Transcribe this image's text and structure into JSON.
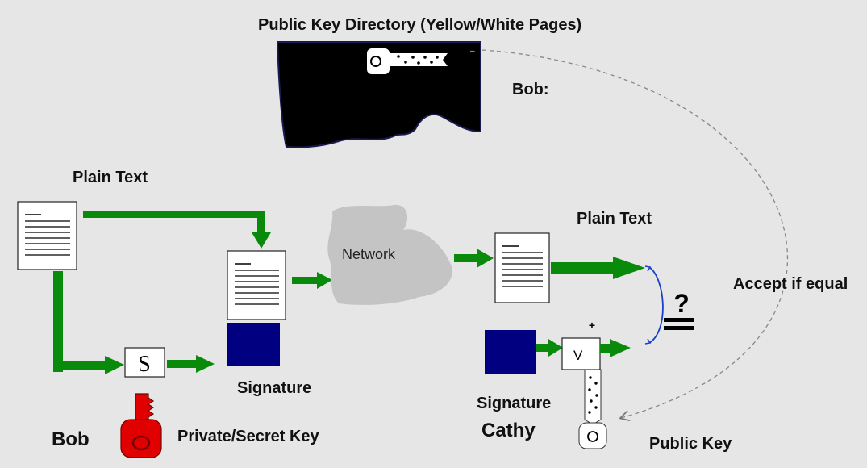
{
  "title": "Public Key Directory (Yellow/White Pages)",
  "directory": {
    "entry_name": "Bob:",
    "key_icon": "public-key-icon"
  },
  "sender": {
    "name": "Bob",
    "plain_text_label": "Plain Text",
    "sign_box_letter": "S",
    "signature_label": "Signature",
    "private_key_label": "Private/Secret Key",
    "private_key_color": "#e00000"
  },
  "network": {
    "label": "Network"
  },
  "receiver": {
    "name": "Cathy",
    "plain_text_label": "Plain Text",
    "verify_box_letter": "V",
    "plus_sign": "+",
    "signature_label": "Signature",
    "public_key_label": "Public Key",
    "compare_symbol": "?",
    "accept_label": "Accept if equal"
  },
  "colors": {
    "background": "#e6e6e6",
    "arrow_green": "#0a8a0a",
    "signature_blue": "#000080",
    "network_gray": "#c4c4c4",
    "bracket_blue": "#1a3fcc",
    "directory_black": "#000000"
  }
}
